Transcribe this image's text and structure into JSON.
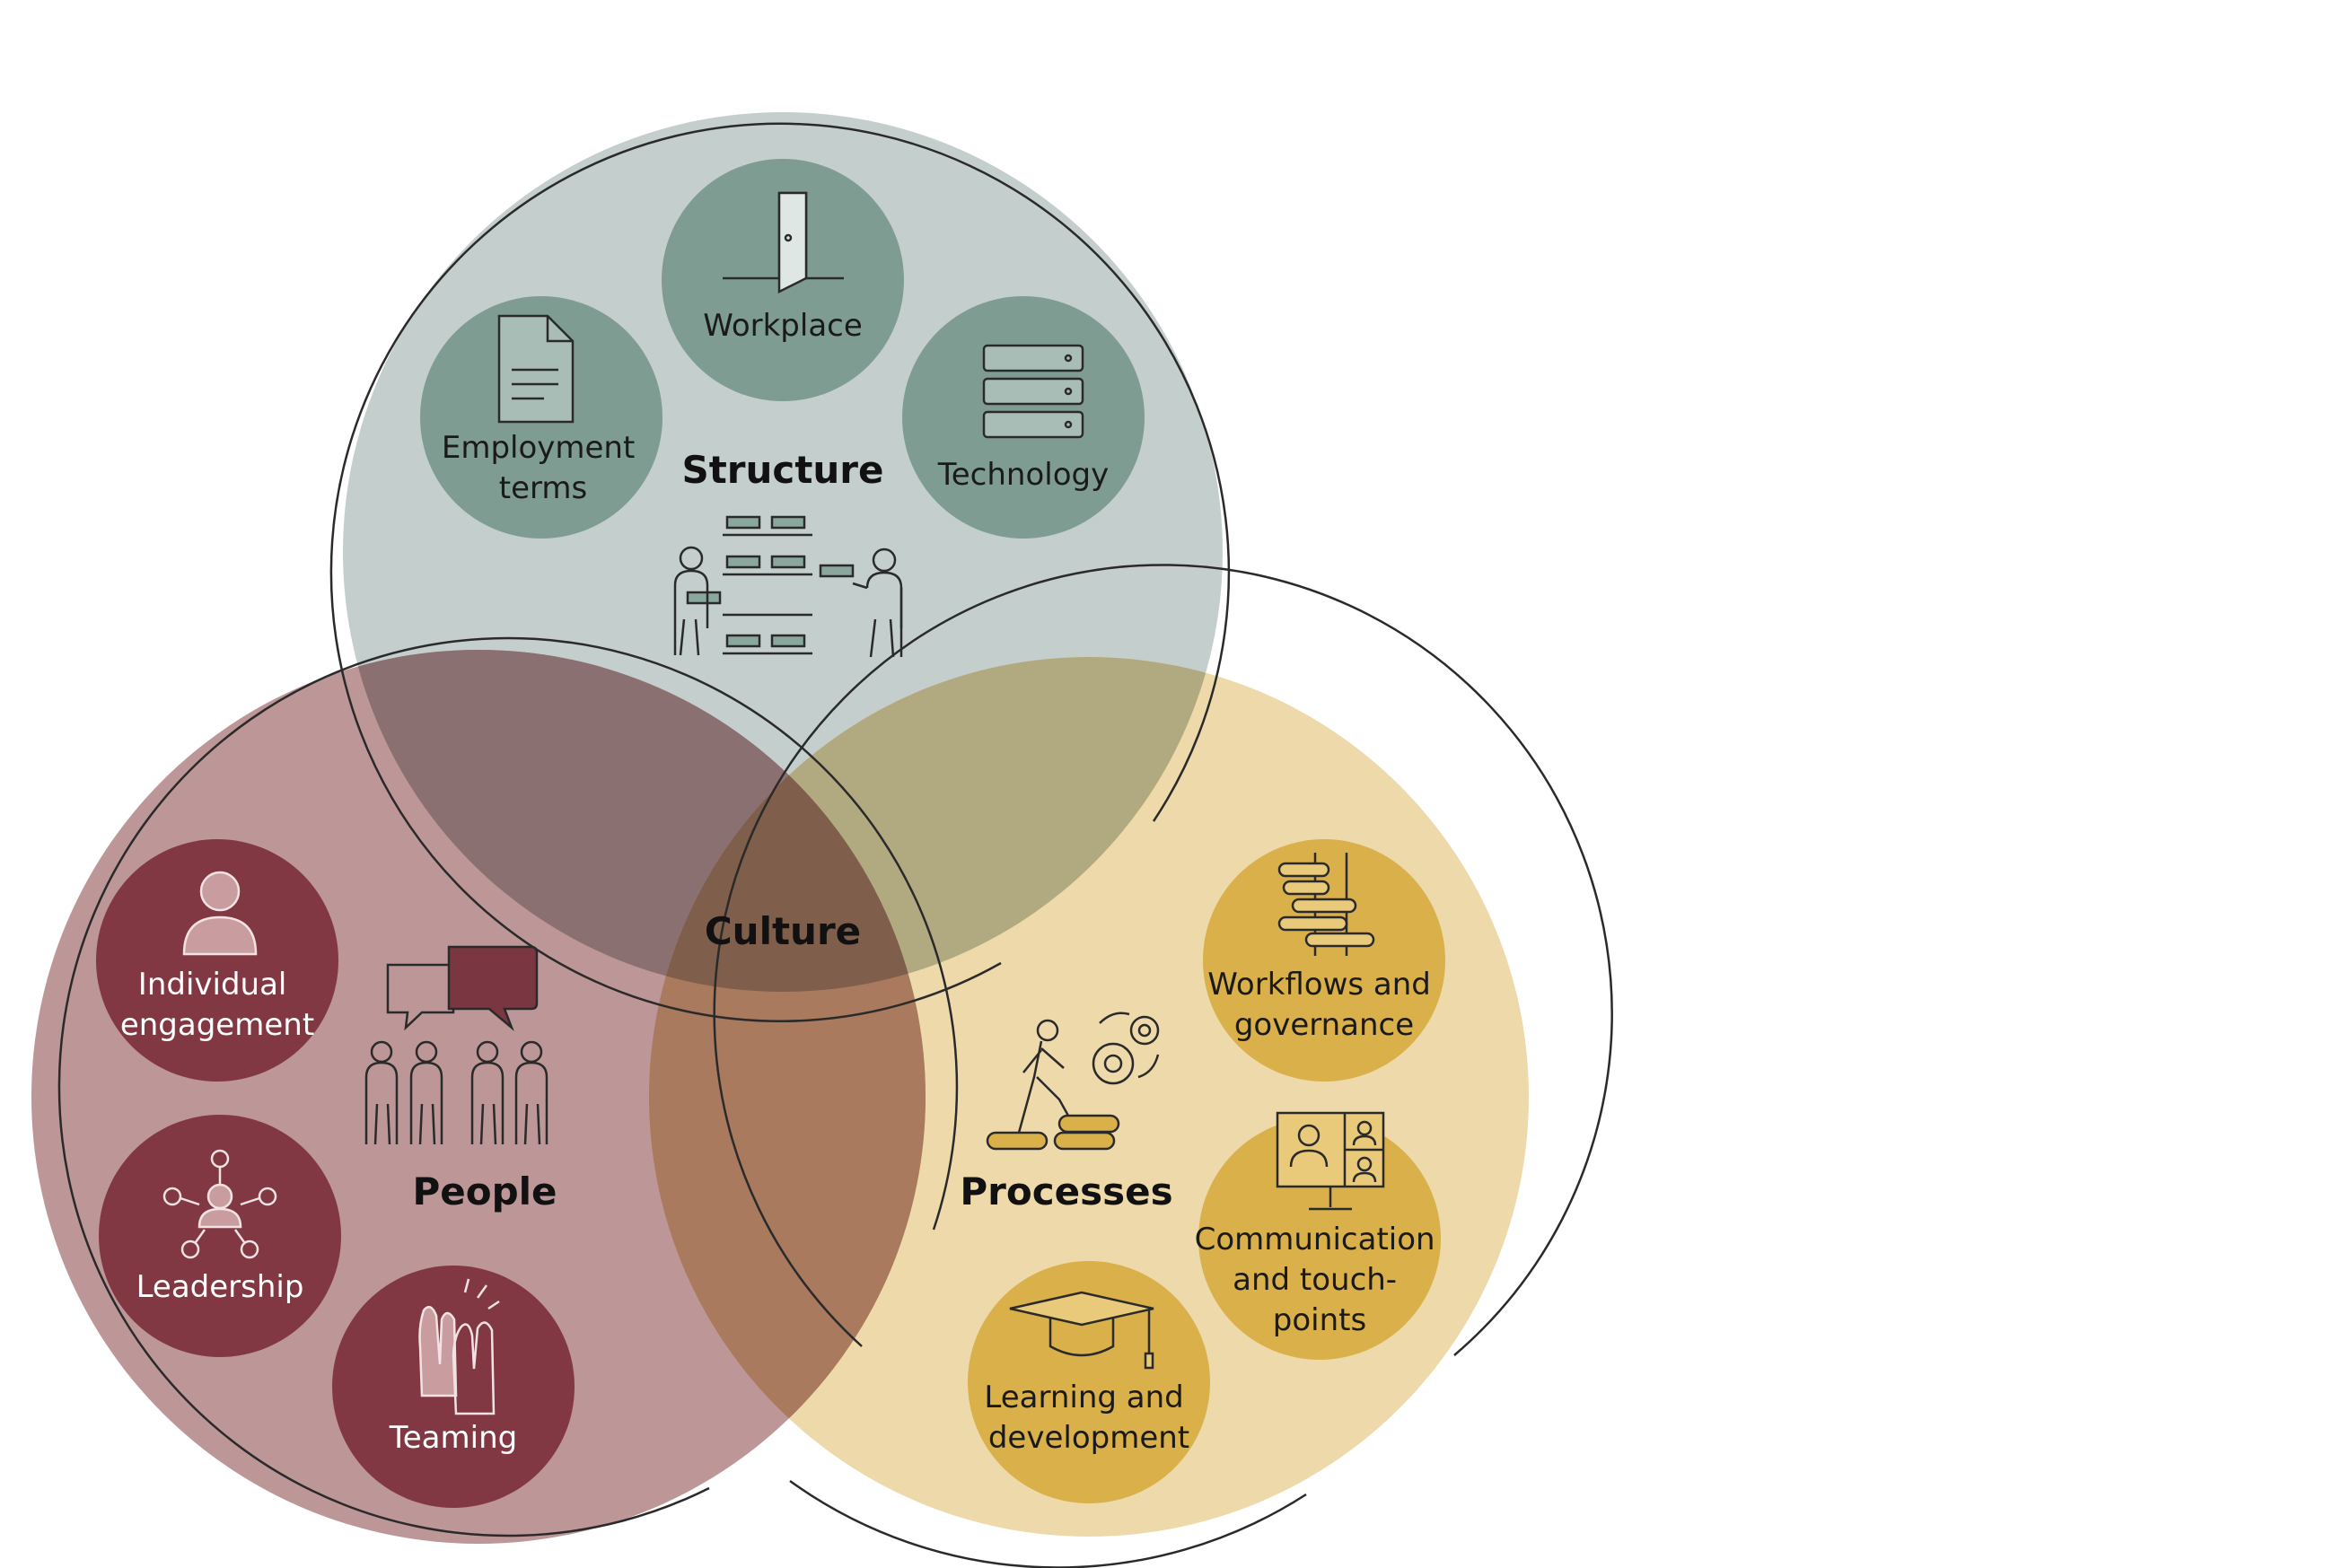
{
  "colors": {
    "structure": "#b7c5c2",
    "structure_sub": "#7f9c93",
    "people": "#b4878a",
    "people_sub": "#823843",
    "processes": "#ecd49f",
    "processes_sub": "#d9b04a",
    "culture": "#7f5e4c",
    "ring": "#2a2a2a"
  },
  "structure": {
    "title": "Structure",
    "items": [
      {
        "label_lines": [
          "Workplace"
        ],
        "icon": "door-icon"
      },
      {
        "label_lines": [
          "Employment",
          "terms"
        ],
        "icon": "document-icon"
      },
      {
        "label_lines": [
          "Technology"
        ],
        "icon": "server-icon"
      }
    ],
    "illustration": "org-chart-people-icon"
  },
  "people": {
    "title": "People",
    "items": [
      {
        "label_lines": [
          "Individual",
          "engagement"
        ],
        "icon": "person-icon"
      },
      {
        "label_lines": [
          "Leadership"
        ],
        "icon": "network-person-icon"
      },
      {
        "label_lines": [
          "Teaming"
        ],
        "icon": "raised-hands-icon"
      }
    ],
    "illustration": "talking-group-icon"
  },
  "processes": {
    "title": "Processes",
    "items": [
      {
        "label_lines": [
          "Workflows and",
          "governance"
        ],
        "icon": "signpost-icon"
      },
      {
        "label_lines": [
          "Communication",
          "and touch-",
          "points"
        ],
        "icon": "video-call-icon"
      },
      {
        "label_lines": [
          "Learning and",
          "development"
        ],
        "icon": "graduation-cap-icon"
      }
    ],
    "illustration": "climbing-books-gears-icon"
  },
  "center": {
    "title": "Culture"
  }
}
